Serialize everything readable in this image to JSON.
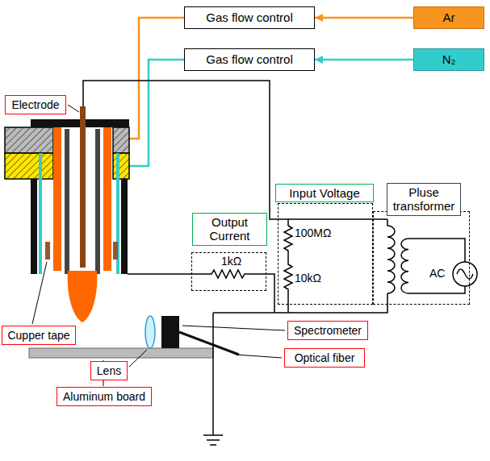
{
  "diagram": {
    "nodes": [
      {
        "text": [
          "Gas flow control"
        ]
      },
      {
        "text": [
          "Ar"
        ]
      },
      {
        "text": [
          "Gas flow control"
        ]
      },
      {
        "text": [
          "N₂"
        ]
      },
      {
        "text": [
          "Electrode"
        ]
      },
      {
        "text": [
          "Input Voltage",
          "100MΩ",
          "10kΩ"
        ]
      },
      {
        "text": [
          "Pluse transformer"
        ]
      },
      {
        "text": [
          "Output Current",
          "1kΩ"
        ]
      },
      {
        "text": [
          "Cupper tape"
        ]
      },
      {
        "text": [
          "Spectrometer"
        ]
      },
      {
        "text": [
          "Optical fiber"
        ]
      },
      {
        "text": [
          "Lens"
        ]
      },
      {
        "text": [
          "Aluminum board"
        ]
      }
    ],
    "edges": [
      {
        "from": 1,
        "to": 0,
        "arrow": "to"
      },
      {
        "from": 3,
        "to": 2,
        "arrow": "to"
      }
    ],
    "labels": [
      "AC"
    ]
  }
}
